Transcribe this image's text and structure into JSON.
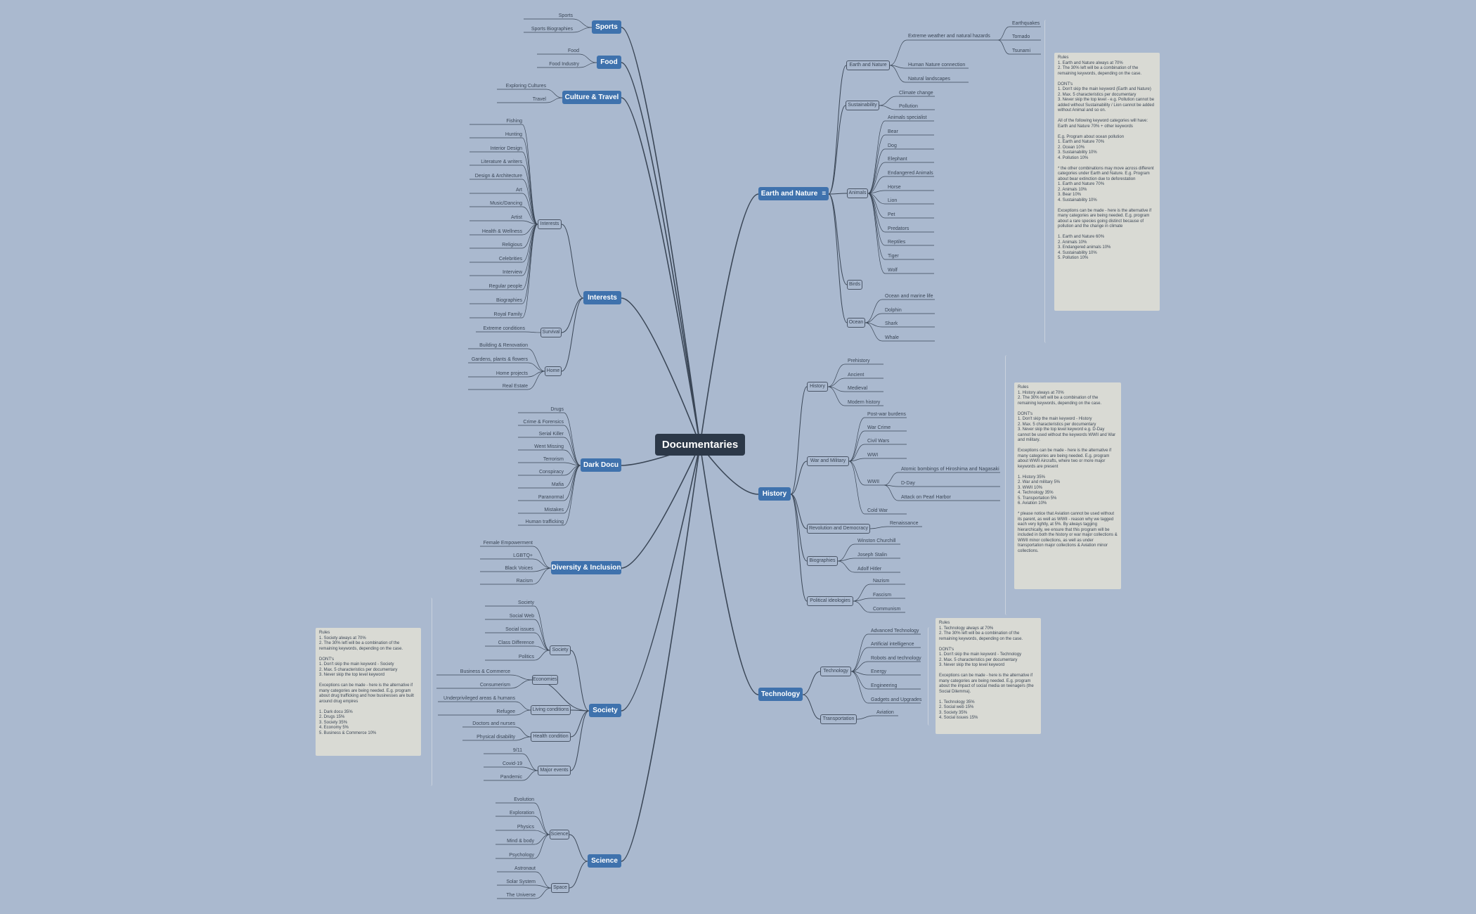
{
  "root": "Documentaries",
  "main": {
    "sports": "Sports",
    "food": "Food",
    "culture": "Culture & Travel",
    "interests": "Interests",
    "dark": "Dark Docu",
    "diversity": "Diversity & Inclusion",
    "society": "Society",
    "science": "Science",
    "earth": "Earth and Nature",
    "history": "History",
    "technology": "Technology"
  },
  "icons": {
    "earth_menu": "menu-lines-icon"
  },
  "sub": {
    "interests": "Interests",
    "survival": "Survival",
    "home": "Home",
    "society": "Society",
    "economies": "Economies",
    "living": "Living conditions",
    "health": "Health condition",
    "major": "Major events",
    "science": "Science",
    "space": "Space",
    "earth_nature": "Earth and Nature",
    "sustainability": "Sustainability",
    "animals": "Animals",
    "birds": "Birds",
    "ocean": "Ocean",
    "history": "History",
    "war": "War and Military",
    "wwii": "WWII",
    "revolution": "Revolution and Democracy",
    "biographies": "Biographies",
    "political": "Political ideologies",
    "technology": "Technology",
    "transportation": "Transportation",
    "extreme_weather": "Extreme weather and natural hazards"
  },
  "leaves": {
    "sports": [
      "Sports",
      "Sports Biographies"
    ],
    "food": [
      "Food",
      "Food Industry"
    ],
    "culture": [
      "Exploring Cultures",
      "Travel"
    ],
    "interests": [
      "Fishing",
      "Hunting",
      "Interior Design",
      "Literature & writers",
      "Design & Architecture",
      "Art",
      "Music/Dancing",
      "Artist",
      "Health & Wellness",
      "Religious",
      "Celebrities",
      "Interview",
      "Regular people",
      "Biographies",
      "Royal Family"
    ],
    "survival": [
      "Extreme conditions"
    ],
    "home": [
      "Building & Renovation",
      "Gardens, plants & flowers",
      "Home projects",
      "Real Estate"
    ],
    "dark": [
      "Drugs",
      "Crime & Forensics",
      "Serial Killer",
      "Went Missing",
      "Terrorism",
      "Conspiracy",
      "Mafia",
      "Paranormal",
      "Mistakes",
      "Human trafficking"
    ],
    "diversity": [
      "Female Empowerment",
      "LGBTQ+",
      "Black Voices",
      "Racism"
    ],
    "society": [
      "Society",
      "Social Web",
      "Social issues",
      "Class Difference",
      "Politics"
    ],
    "economies": [
      "Business & Commerce",
      "Consumerism"
    ],
    "living": [
      "Underprivileged areas & humans",
      "Refugee"
    ],
    "health": [
      "Doctors and nurses",
      "Physical disability"
    ],
    "major": [
      "9/11",
      "Covid-19",
      "Pandemic"
    ],
    "science": [
      "Evolution",
      "Exploration",
      "Physics",
      "Mind & body",
      "Psychology"
    ],
    "space": [
      "Astronaut",
      "Solar System",
      "The Universe"
    ],
    "extreme_weather": [
      "Earthquakes",
      "Tornado",
      "Tsunami"
    ],
    "earth_nature": [
      "Human Nature connection",
      "Natural landscapes"
    ],
    "sustainability": [
      "Climate change",
      "Pollution"
    ],
    "animals": [
      "Animals specialist",
      "Bear",
      "Dog",
      "Elephant",
      "Endangered Animals",
      "Horse",
      "Lion",
      "Pet",
      "Predators",
      "Reptiles",
      "Tiger",
      "Wolf"
    ],
    "ocean": [
      "Ocean and marine life",
      "Dolphin",
      "Shark",
      "Whale"
    ],
    "history": [
      "Prehistory",
      "Ancient",
      "Medieval",
      "Modern history"
    ],
    "war": [
      "Post-war burdens",
      "War Crime",
      "Civil Wars",
      "WWI",
      "Cold War"
    ],
    "wwii": [
      "Atomic bombings of Hiroshima and Nagasaki",
      "D-Day",
      "Attack on Pearl Harbor"
    ],
    "revolution": [
      "Renaissance"
    ],
    "biographies": [
      "Winston Churchill",
      "Joseph Stalin",
      "Adolf Hitler"
    ],
    "political": [
      "Nazism",
      "Fascism",
      "Communism"
    ],
    "technology": [
      "Advanced Technology",
      "Artificial intelligence",
      "Robots and technology",
      "Energy",
      "Engineering",
      "Gadgets and Upgrades"
    ],
    "transportation": [
      "Aviation"
    ]
  },
  "notes": {
    "earth": "Rules\n1. Earth and Nature always at 70%\n2. The 30% left will be a combination of the remaining keywords, depending on the case.\n\nDONT's\n1. Don't skip the main keyword (Earth and Nature)\n2. Max. 5 characteristics per documentary\n3. Never skip the top level - e.g. Pollution cannot be added without Sustainability / Lion cannot be added without Animal and so on.\n\nAll of the following keyword categories will have:\nEarth and Nature 70% + other keywords\n\nE.g. Program about ocean pollution\n1. Earth and Nature 70%\n2. Ocean 10%\n3. Sustainability 10%\n4. Pollution 10%\n\n* the other combinations may move across different categories under Earth and Nature. E.g. Program about bear extinction due to deforestation\n1. Earth and Nature 70%\n2. Animals 10%\n3. Bear 10%\n4. Sustainability 10%\n\nExceptions can be made - here is the alternative if many categories are being needed. E.g. program about a rare species going distinct because of pollution and the change in climate\n\n1. Earth and Nature 60%\n2. Animals 10%\n3. Endangered animals 10%\n4. Sustainability 10%\n5. Pollution 10%",
    "history": "Rules\n1. History always at 70%\n2. The 30% left will be a combination of the remaining keywords, depending on the case.\n\nDONT's\n1. Don't skip the main keyword - History\n2. Max. 5 characteristics per documentary\n3. Never skip the top level keyword e.g. D-Day cannot be used without the keywords WWII and War and military.\n\nExceptions can be made - here is the alternative if many categories are being needed. E.g. program about WWII Aircrafts, where two or more major keywords are present\n\n1. History 35%\n2. War and military 5%\n3. WWII 10%\n4. Technology 35%\n5. Transportation 5%\n6. Aviation 10%\n\n* please notice that Aviation cannot be used without its parent, as well as WWII - reason why we tagged each very lightly, at 5%. By always tagging hierarchically, we ensure that this program will be included in both the history or war major collections & WWII minor collections, as well as under transportation major collections & Aviation minor collections.",
    "technology": "Rules\n1. Technology always at 70%\n2. The 30% left will be a combination of the remaining keywords, depending on the case.\n\nDONT's\n1. Don't skip the main keyword - Technology\n2. Max. 5 characteristics per documentary\n3. Never skip the top level keyword\n\nExceptions can be made - here is the alternative if many categories are being needed. E.g. program about the impact of social media on teenagers (the Social Dilemma).\n\n1. Technology 35%\n2. Social web 15%\n3. Society 35%\n4. Social issues 15%",
    "society": "Rules\n1. Society always at 70%\n2. The 30% left will be a combination of the remaining keywords, depending on the case.\n\nDONT's\n1. Don't skip the main keyword - Society\n2. Max. 5 characteristics per documentary\n3. Never skip the top level keyword\n\nExceptions can be made - here is the alternative if many categories are being needed. E.g. program about drug trafficking and how businesses are built around drug empires\n\n1. Dark docu 35%\n2. Drugs 15%\n3. Society 35%\n4. Economy 5%\n5. Business & Commerce 10%"
  }
}
